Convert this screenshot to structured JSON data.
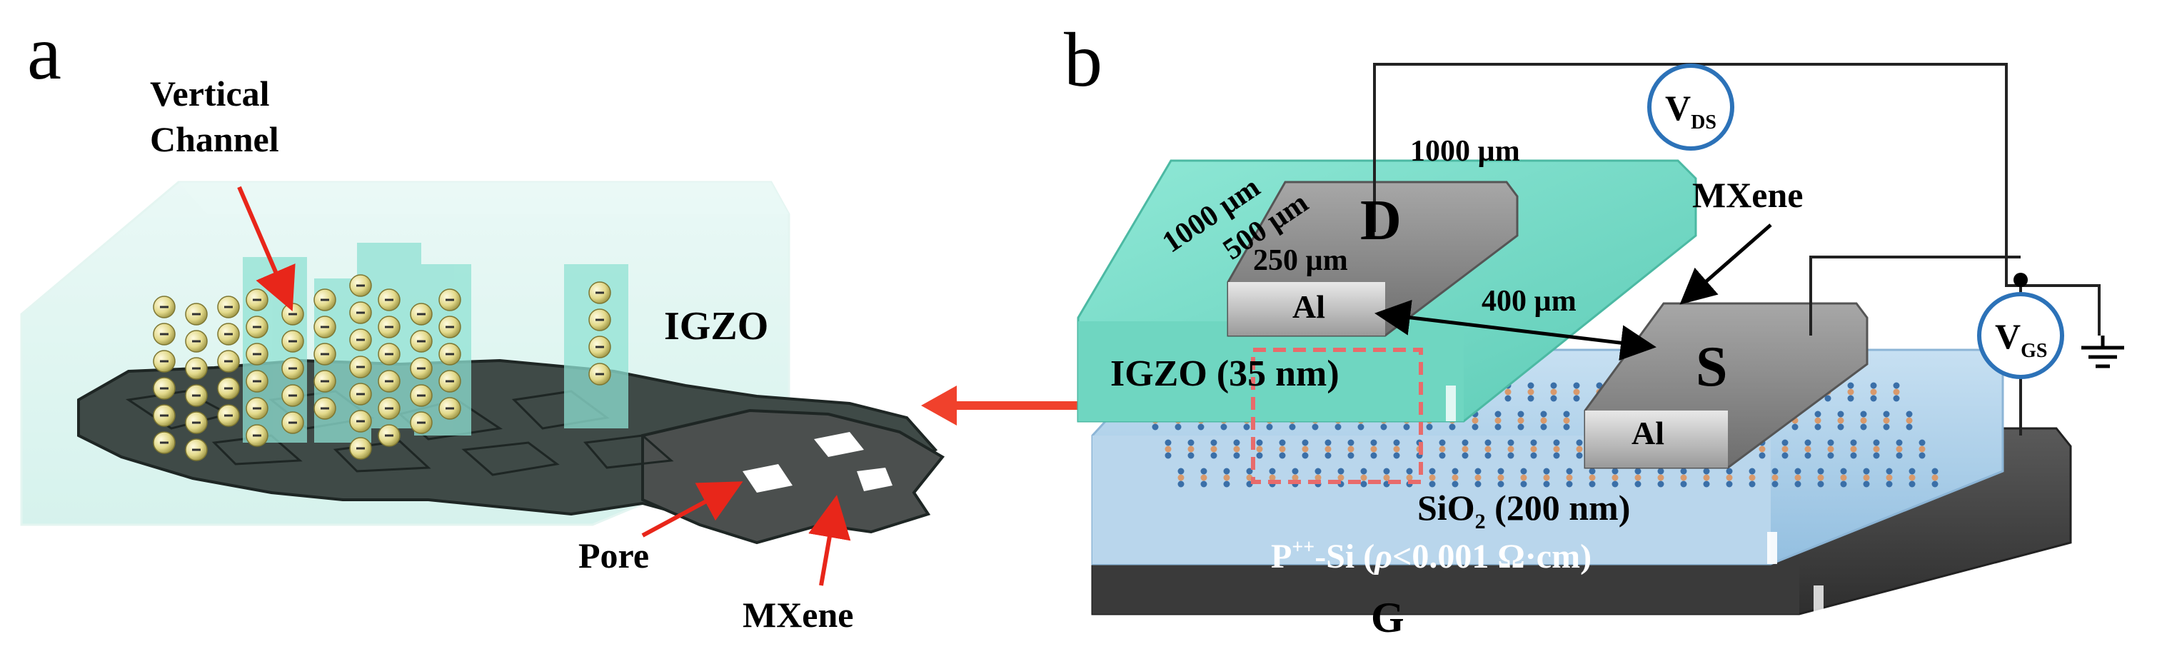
{
  "panel_a": {
    "letter": "a",
    "vertical_channel": [
      "Vertical",
      "Channel"
    ],
    "igzo": "IGZO",
    "pore": "Pore",
    "mxene": "MXene"
  },
  "panel_b": {
    "letter": "b",
    "vds": {
      "main": "V",
      "sub": "DS"
    },
    "vgs": {
      "main": "V",
      "sub": "GS"
    },
    "dim_1000_left": "1000 µm",
    "dim_1000_top": "1000 µm",
    "dim_500": "500 µm",
    "dim_250": "250 µm",
    "dim_400": "400 µm",
    "drain": "D",
    "source": "S",
    "al_drain": "Al",
    "al_source": "Al",
    "mxene": "MXene",
    "igzo_label": "IGZO (35 nm)",
    "sio2": {
      "main": "SiO",
      "sub": "2",
      "rest": " (200 nm)"
    },
    "si": {
      "main": "P",
      "sup": "++",
      "rest": "-Si  (",
      "rho": "ρ",
      "tail": "<0.001 Ω·cm)"
    },
    "gate": "G"
  },
  "colors": {
    "igzo_teal": "#7fe0cc",
    "sio2_blue": "#a9cde8",
    "si_dark": "#4a4a4a",
    "mxene_dark": "#3f4a47",
    "electrode_gray": "#8a8a8a",
    "arrow_red": "#f0412c",
    "circuit_blue": "#2c72b8"
  },
  "icons": [
    "ground-icon",
    "voltmeter-circle"
  ]
}
